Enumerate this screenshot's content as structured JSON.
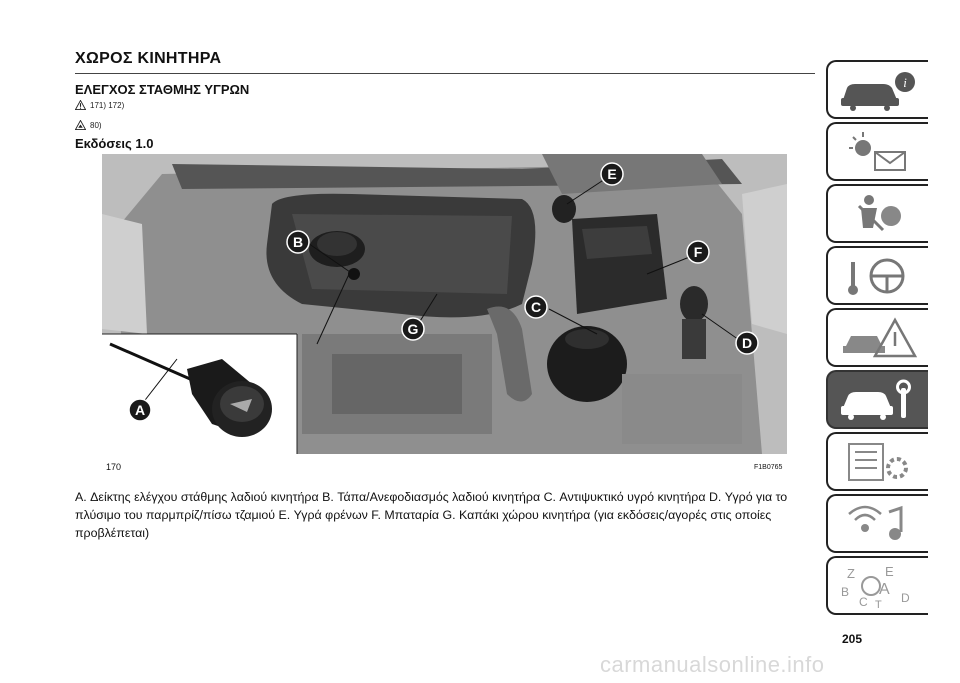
{
  "page": {
    "section_title": "ΧΩΡΟΣ ΚΙΝΗΤΗΡΑ",
    "subsection_title": "ΕΛΕΓΧΟΣ ΣΤΑΘΜΗΣ ΥΓΡΩΝ",
    "warning_refs": "171) 172)",
    "note_refs": "80)",
    "version_heading": "Εκδόσεις 1.0",
    "figure_number": "170",
    "figure_code": "F1B0765",
    "caption": "A. Δείκτης ελέγχου στάθμης λαδιού κινητήρα B. Τάπα/Ανεφοδιασμός λαδιού κινητήρα C. Αντιψυκτικό υγρό κινητήρα D. Υγρό για το πλύσιμο του παρμπρίζ/πίσω τζαμιού E. Υγρά φρένων F. Μπαταρία G. Καπάκι χώρου κινητήρα (για εκδόσεις/αγορές στις οποίες προβλέπεται)",
    "page_number": "205",
    "watermark": "carmanualsonline.info"
  },
  "figure_labels": {
    "a": "A",
    "b": "B",
    "c": "C",
    "d": "D",
    "e": "E",
    "f": "F",
    "g": "G"
  },
  "sidebar": {
    "tabs": [
      {
        "icon": "car-info-icon",
        "active": false
      },
      {
        "icon": "warning-lights-icon",
        "active": false
      },
      {
        "icon": "safety-airbag-icon",
        "active": false
      },
      {
        "icon": "steering-wheel-icon",
        "active": false
      },
      {
        "icon": "emergency-icon",
        "active": false
      },
      {
        "icon": "maintenance-icon",
        "active": true
      },
      {
        "icon": "technical-data-icon",
        "active": false
      },
      {
        "icon": "multimedia-icon",
        "active": false
      },
      {
        "icon": "index-icon",
        "active": false
      }
    ],
    "index_letters": [
      "Z",
      "E",
      "B",
      "A",
      "C",
      "D",
      "T"
    ]
  },
  "colors": {
    "label_badge": "#1a1a1a",
    "active_tab": "#555555",
    "engine_dark": "#2a2a2a"
  }
}
